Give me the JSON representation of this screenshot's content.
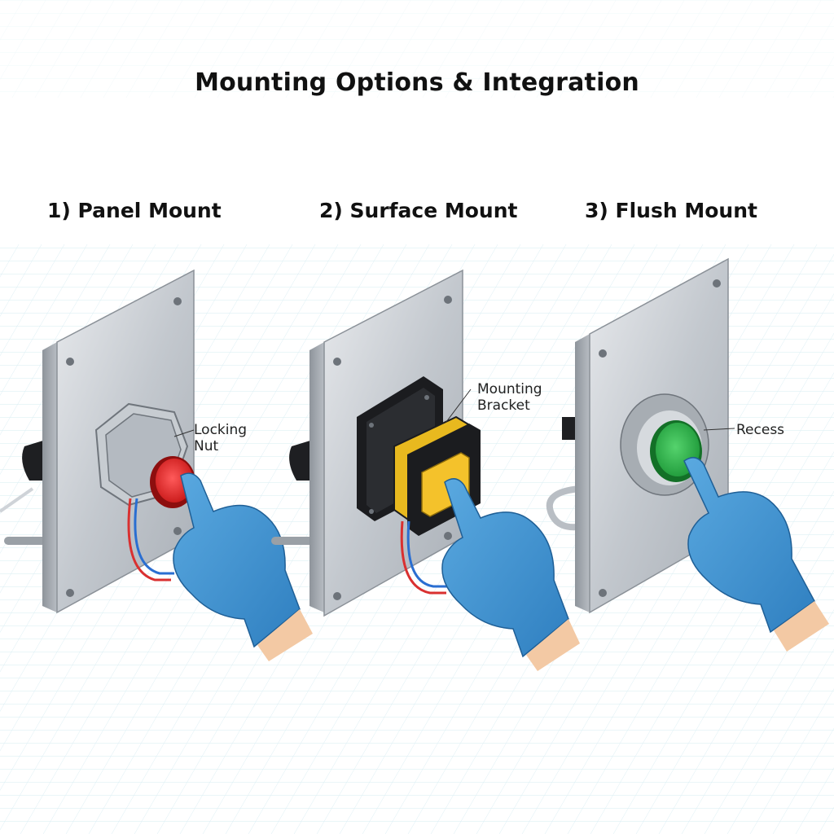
{
  "title": "Mounting Options & Integration",
  "options": [
    {
      "heading": "1) Panel Mount",
      "callout": [
        "Locking",
        "Nut"
      ],
      "button_color": "#e02828"
    },
    {
      "heading": "2) Surface Mount",
      "callout": [
        "Mounting",
        "Bracket"
      ],
      "button_color": "#f4c22b"
    },
    {
      "heading": "3) Flush Mount",
      "callout": [
        "Recess"
      ],
      "button_color": "#2fb24a"
    }
  ],
  "colors": {
    "plate": "#c9cdd2",
    "glove": "#3f95d3",
    "grid": "#dbeef3"
  }
}
